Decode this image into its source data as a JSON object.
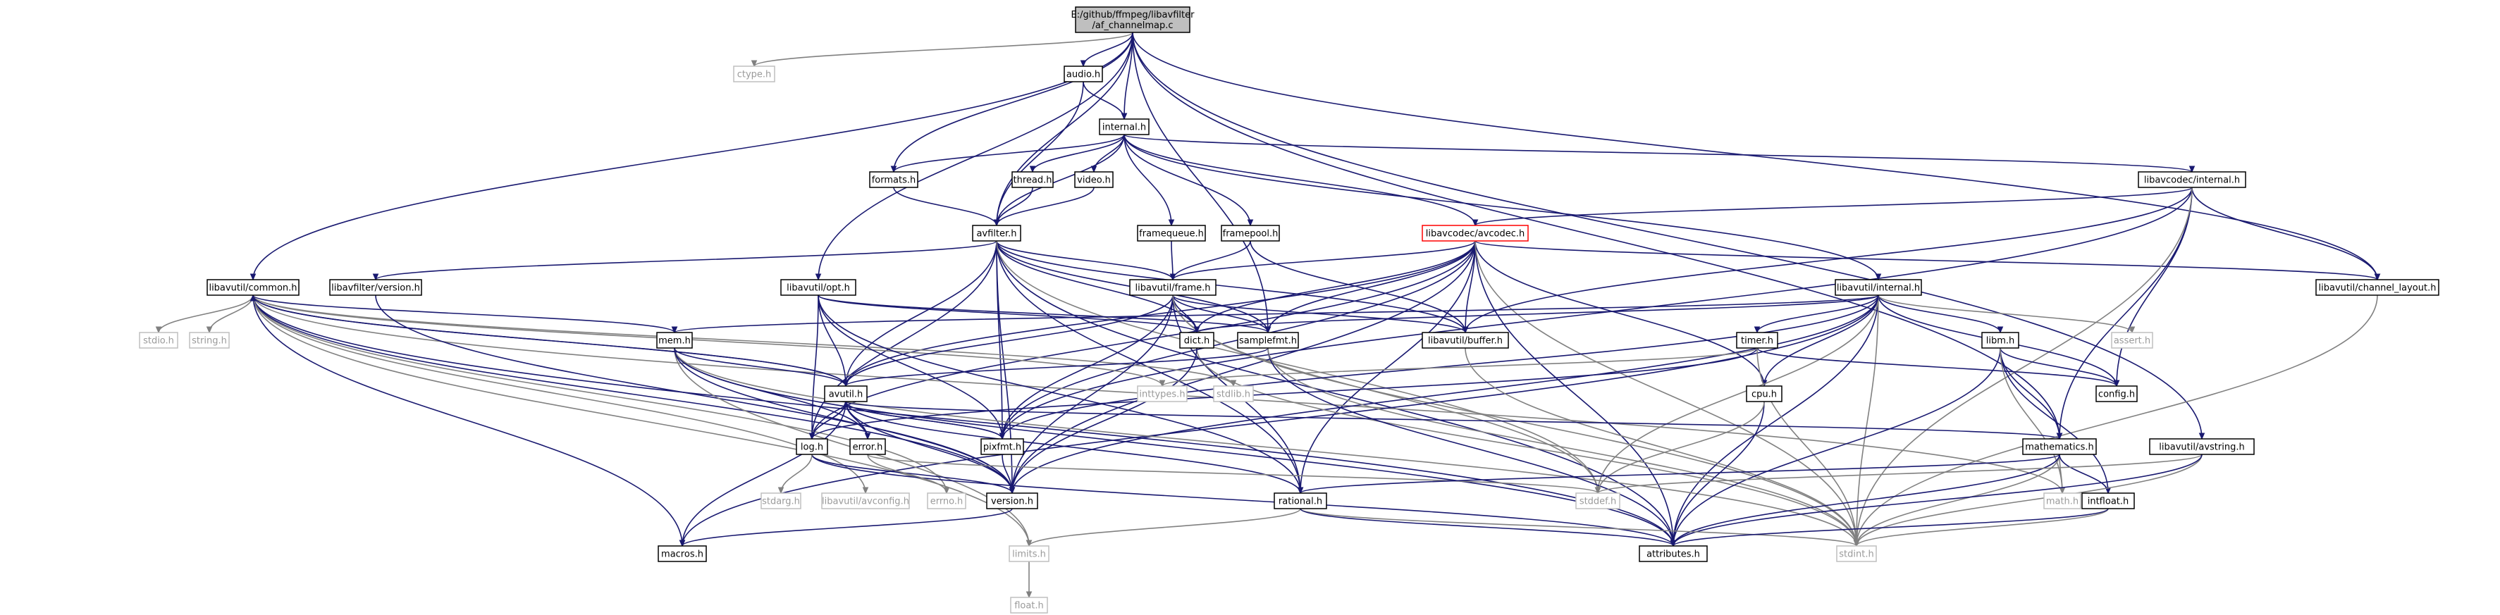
{
  "nodes": [
    {
      "id": "root",
      "lines": [
        "E:/github/ffmpeg/libavfilter",
        "/af_channelmap.c"
      ],
      "style": "root"
    },
    {
      "id": "ctype",
      "lines": [
        "ctype.h"
      ],
      "style": "missing"
    },
    {
      "id": "audio",
      "lines": [
        "audio.h"
      ],
      "style": "normal"
    },
    {
      "id": "internal",
      "lines": [
        "internal.h"
      ],
      "style": "normal"
    },
    {
      "id": "formats",
      "lines": [
        "formats.h"
      ],
      "style": "normal"
    },
    {
      "id": "thread",
      "lines": [
        "thread.h"
      ],
      "style": "normal"
    },
    {
      "id": "video",
      "lines": [
        "video.h"
      ],
      "style": "normal"
    },
    {
      "id": "avfilter",
      "lines": [
        "avfilter.h"
      ],
      "style": "normal"
    },
    {
      "id": "framequeue",
      "lines": [
        "framequeue.h"
      ],
      "style": "normal"
    },
    {
      "id": "framepool",
      "lines": [
        "framepool.h"
      ],
      "style": "normal"
    },
    {
      "id": "avcodec",
      "lines": [
        "libavcodec/avcodec.h"
      ],
      "style": "red"
    },
    {
      "id": "lc_internal",
      "lines": [
        "libavcodec/internal.h"
      ],
      "style": "normal"
    },
    {
      "id": "common",
      "lines": [
        "libavutil/common.h"
      ],
      "style": "normal"
    },
    {
      "id": "lf_version",
      "lines": [
        "libavfilter/version.h"
      ],
      "style": "normal"
    },
    {
      "id": "opt",
      "lines": [
        "libavutil/opt.h"
      ],
      "style": "normal"
    },
    {
      "id": "frame",
      "lines": [
        "libavutil/frame.h"
      ],
      "style": "normal"
    },
    {
      "id": "lu_internal",
      "lines": [
        "libavutil/internal.h"
      ],
      "style": "normal"
    },
    {
      "id": "channel_layout",
      "lines": [
        "libavutil/channel_layout.h"
      ],
      "style": "normal"
    },
    {
      "id": "stdio",
      "lines": [
        "stdio.h"
      ],
      "style": "missing"
    },
    {
      "id": "string",
      "lines": [
        "string.h"
      ],
      "style": "missing"
    },
    {
      "id": "mem",
      "lines": [
        "mem.h"
      ],
      "style": "normal"
    },
    {
      "id": "dict",
      "lines": [
        "dict.h"
      ],
      "style": "normal"
    },
    {
      "id": "samplefmt",
      "lines": [
        "samplefmt.h"
      ],
      "style": "normal"
    },
    {
      "id": "buffer",
      "lines": [
        "libavutil/buffer.h"
      ],
      "style": "normal"
    },
    {
      "id": "timer",
      "lines": [
        "timer.h"
      ],
      "style": "normal"
    },
    {
      "id": "libm",
      "lines": [
        "libm.h"
      ],
      "style": "normal"
    },
    {
      "id": "assert",
      "lines": [
        "assert.h"
      ],
      "style": "missing"
    },
    {
      "id": "config",
      "lines": [
        "config.h"
      ],
      "style": "normal"
    },
    {
      "id": "inttypes",
      "lines": [
        "inttypes.h"
      ],
      "style": "missing"
    },
    {
      "id": "stdlib",
      "lines": [
        "stdlib.h"
      ],
      "style": "missing"
    },
    {
      "id": "avutil",
      "lines": [
        "avutil.h"
      ],
      "style": "normal"
    },
    {
      "id": "cpu",
      "lines": [
        "cpu.h"
      ],
      "style": "normal"
    },
    {
      "id": "log",
      "lines": [
        "log.h"
      ],
      "style": "normal"
    },
    {
      "id": "error",
      "lines": [
        "error.h"
      ],
      "style": "normal"
    },
    {
      "id": "pixfmt",
      "lines": [
        "pixfmt.h"
      ],
      "style": "normal"
    },
    {
      "id": "mathematics",
      "lines": [
        "mathematics.h"
      ],
      "style": "normal"
    },
    {
      "id": "avstring",
      "lines": [
        "libavutil/avstring.h"
      ],
      "style": "normal"
    },
    {
      "id": "stdarg",
      "lines": [
        "stdarg.h"
      ],
      "style": "missing"
    },
    {
      "id": "avconfig",
      "lines": [
        "libavutil/avconfig.h"
      ],
      "style": "missing"
    },
    {
      "id": "errno",
      "lines": [
        "errno.h"
      ],
      "style": "missing"
    },
    {
      "id": "version",
      "lines": [
        "version.h"
      ],
      "style": "normal"
    },
    {
      "id": "rational",
      "lines": [
        "rational.h"
      ],
      "style": "normal"
    },
    {
      "id": "stddef",
      "lines": [
        "stddef.h"
      ],
      "style": "missing"
    },
    {
      "id": "math",
      "lines": [
        "math.h"
      ],
      "style": "missing"
    },
    {
      "id": "intfloat",
      "lines": [
        "intfloat.h"
      ],
      "style": "normal"
    },
    {
      "id": "macros",
      "lines": [
        "macros.h"
      ],
      "style": "normal"
    },
    {
      "id": "limits",
      "lines": [
        "limits.h"
      ],
      "style": "missing"
    },
    {
      "id": "attributes",
      "lines": [
        "attributes.h"
      ],
      "style": "normal"
    },
    {
      "id": "stdint",
      "lines": [
        "stdint.h"
      ],
      "style": "missing"
    },
    {
      "id": "float",
      "lines": [
        "float.h"
      ],
      "style": "missing"
    }
  ],
  "edges": [
    [
      "root",
      "ctype"
    ],
    [
      "root",
      "audio"
    ],
    [
      "root",
      "internal"
    ],
    [
      "root",
      "formats"
    ],
    [
      "root",
      "avfilter"
    ],
    [
      "root",
      "common"
    ],
    [
      "root",
      "opt"
    ],
    [
      "root",
      "samplefmt"
    ],
    [
      "root",
      "channel_layout"
    ],
    [
      "root",
      "mathematics"
    ],
    [
      "root",
      "avstring"
    ],
    [
      "audio",
      "internal"
    ],
    [
      "audio",
      "avfilter"
    ],
    [
      "internal",
      "formats"
    ],
    [
      "internal",
      "thread"
    ],
    [
      "internal",
      "video"
    ],
    [
      "internal",
      "avfilter"
    ],
    [
      "internal",
      "framequeue"
    ],
    [
      "internal",
      "framepool"
    ],
    [
      "internal",
      "avcodec"
    ],
    [
      "internal",
      "lc_internal"
    ],
    [
      "internal",
      "lu_internal"
    ],
    [
      "formats",
      "avfilter"
    ],
    [
      "thread",
      "avfilter"
    ],
    [
      "video",
      "avfilter"
    ],
    [
      "framequeue",
      "frame"
    ],
    [
      "framepool",
      "frame"
    ],
    [
      "framepool",
      "buffer"
    ],
    [
      "avfilter",
      "lf_version"
    ],
    [
      "avfilter",
      "frame"
    ],
    [
      "avfilter",
      "dict"
    ],
    [
      "avfilter",
      "samplefmt"
    ],
    [
      "avfilter",
      "buffer"
    ],
    [
      "avfilter",
      "attributes"
    ],
    [
      "avfilter",
      "avutil"
    ],
    [
      "avfilter",
      "log"
    ],
    [
      "avfilter",
      "pixfmt"
    ],
    [
      "avfilter",
      "rational"
    ],
    [
      "avfilter",
      "version"
    ],
    [
      "avfilter",
      "stddef"
    ],
    [
      "avcodec",
      "frame"
    ],
    [
      "avcodec",
      "buffer"
    ],
    [
      "avcodec",
      "dict"
    ],
    [
      "avcodec",
      "samplefmt"
    ],
    [
      "avcodec",
      "avutil"
    ],
    [
      "avcodec",
      "cpu"
    ],
    [
      "avcodec",
      "channel_layout"
    ],
    [
      "avcodec",
      "attributes"
    ],
    [
      "avcodec",
      "log"
    ],
    [
      "avcodec",
      "pixfmt"
    ],
    [
      "avcodec",
      "rational"
    ],
    [
      "avcodec",
      "version"
    ],
    [
      "avcodec",
      "stdint"
    ],
    [
      "lc_internal",
      "avcodec"
    ],
    [
      "lc_internal",
      "channel_layout"
    ],
    [
      "lc_internal",
      "buffer"
    ],
    [
      "lc_internal",
      "config"
    ],
    [
      "lc_internal",
      "mathematics"
    ],
    [
      "lc_internal",
      "pixfmt"
    ],
    [
      "lc_internal",
      "stdint"
    ],
    [
      "common",
      "stdio"
    ],
    [
      "common",
      "string"
    ],
    [
      "common",
      "mem"
    ],
    [
      "common",
      "avutil"
    ],
    [
      "common",
      "errno"
    ],
    [
      "common",
      "limits"
    ],
    [
      "common",
      "math"
    ],
    [
      "common",
      "stdlib"
    ],
    [
      "common",
      "inttypes"
    ],
    [
      "common",
      "attributes"
    ],
    [
      "common",
      "macros"
    ],
    [
      "common",
      "version"
    ],
    [
      "common",
      "avconfig"
    ],
    [
      "lf_version",
      "version"
    ],
    [
      "opt",
      "avutil"
    ],
    [
      "opt",
      "dict"
    ],
    [
      "opt",
      "log"
    ],
    [
      "opt",
      "pixfmt"
    ],
    [
      "opt",
      "rational"
    ],
    [
      "opt",
      "samplefmt"
    ],
    [
      "frame",
      "avutil"
    ],
    [
      "frame",
      "buffer"
    ],
    [
      "frame",
      "dict"
    ],
    [
      "frame",
      "rational"
    ],
    [
      "frame",
      "samplefmt"
    ],
    [
      "frame",
      "pixfmt"
    ],
    [
      "frame",
      "version"
    ],
    [
      "frame",
      "stdint"
    ],
    [
      "frame",
      "stddef"
    ],
    [
      "lu_internal",
      "timer"
    ],
    [
      "lu_internal",
      "cpu"
    ],
    [
      "lu_internal",
      "dict"
    ],
    [
      "lu_internal",
      "pixfmt"
    ],
    [
      "lu_internal",
      "version"
    ],
    [
      "lu_internal",
      "libm"
    ],
    [
      "lu_internal",
      "assert"
    ],
    [
      "lu_internal",
      "config"
    ],
    [
      "lu_internal",
      "attributes"
    ],
    [
      "lu_internal",
      "stdint"
    ],
    [
      "lu_internal",
      "stddef"
    ],
    [
      "lu_internal",
      "macros"
    ],
    [
      "lu_internal",
      "mem"
    ],
    [
      "channel_layout",
      "stdint"
    ],
    [
      "mem",
      "avutil"
    ],
    [
      "mem",
      "error"
    ],
    [
      "mem",
      "attributes"
    ],
    [
      "mem",
      "limits"
    ],
    [
      "mem",
      "stdint"
    ],
    [
      "mem",
      "version"
    ],
    [
      "dict",
      "stdint"
    ],
    [
      "dict",
      "version"
    ],
    [
      "samplefmt",
      "avutil"
    ],
    [
      "samplefmt",
      "attributes"
    ],
    [
      "samplefmt",
      "stdint"
    ],
    [
      "buffer",
      "stdint"
    ],
    [
      "timer",
      "config"
    ],
    [
      "timer",
      "log"
    ],
    [
      "timer",
      "inttypes"
    ],
    [
      "timer",
      "stdint"
    ],
    [
      "libm",
      "config"
    ],
    [
      "libm",
      "attributes"
    ],
    [
      "libm",
      "intfloat"
    ],
    [
      "libm",
      "mathematics"
    ],
    [
      "libm",
      "math"
    ],
    [
      "avutil",
      "common"
    ],
    [
      "avutil",
      "error"
    ],
    [
      "avutil",
      "version"
    ],
    [
      "avutil",
      "macros"
    ],
    [
      "avutil",
      "mathematics"
    ],
    [
      "avutil",
      "rational"
    ],
    [
      "avutil",
      "log"
    ],
    [
      "avutil",
      "pixfmt"
    ],
    [
      "cpu",
      "attributes"
    ],
    [
      "cpu",
      "stddef"
    ],
    [
      "log",
      "avutil"
    ],
    [
      "log",
      "attributes"
    ],
    [
      "log",
      "version"
    ],
    [
      "log",
      "stdarg"
    ],
    [
      "error",
      "errno"
    ],
    [
      "error",
      "stddef"
    ],
    [
      "pixfmt",
      "avutil"
    ],
    [
      "pixfmt",
      "version"
    ],
    [
      "mathematics",
      "stdint"
    ],
    [
      "mathematics",
      "math"
    ],
    [
      "mathematics",
      "attributes"
    ],
    [
      "mathematics",
      "rational"
    ],
    [
      "mathematics",
      "intfloat"
    ],
    [
      "avstring",
      "stddef"
    ],
    [
      "avstring",
      "stdint"
    ],
    [
      "avstring",
      "attributes"
    ],
    [
      "version",
      "macros"
    ],
    [
      "rational",
      "stdint"
    ],
    [
      "rational",
      "limits"
    ],
    [
      "rational",
      "attributes"
    ],
    [
      "intfloat",
      "stdint"
    ],
    [
      "intfloat",
      "attributes"
    ],
    [
      "limits",
      "float"
    ]
  ]
}
